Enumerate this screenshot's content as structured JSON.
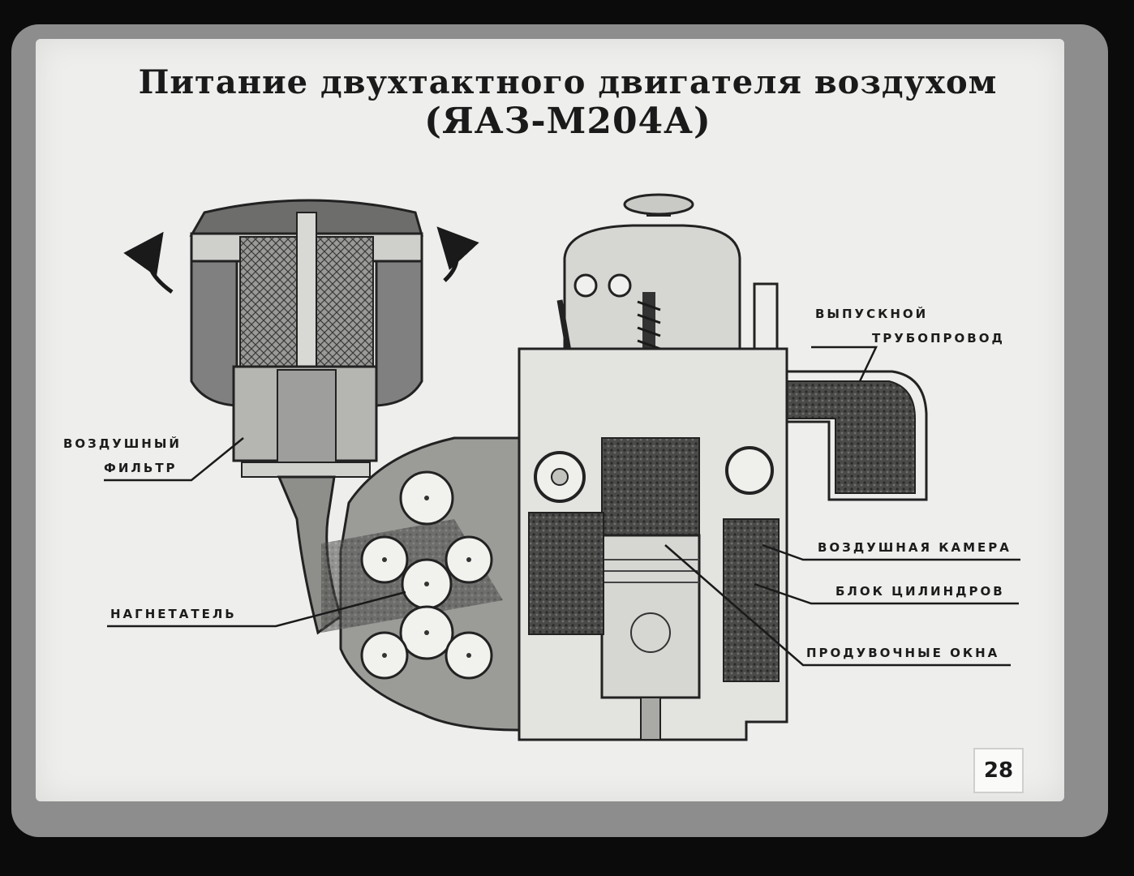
{
  "title": {
    "line1": "Питание двухтактного двигателя воздухом",
    "line2": "(ЯАЗ-М204А)"
  },
  "labels": {
    "exhaust_line1": "ВЫПУСКНОЙ",
    "exhaust_line2": "ТРУБОПРОВОД",
    "air_filter_line1": "ВОЗДУШНЫЙ",
    "air_filter_line2": "ФИЛЬТР",
    "air_chamber": "ВОЗДУШНАЯ КАМЕРА",
    "cylinder_block": "БЛОК ЦИЛИНДРОВ",
    "blower": "НАГНЕТАТЕЛЬ",
    "scavenge_ports": "ПРОДУВОЧНЫЕ ОКНА"
  },
  "page_number": "28"
}
